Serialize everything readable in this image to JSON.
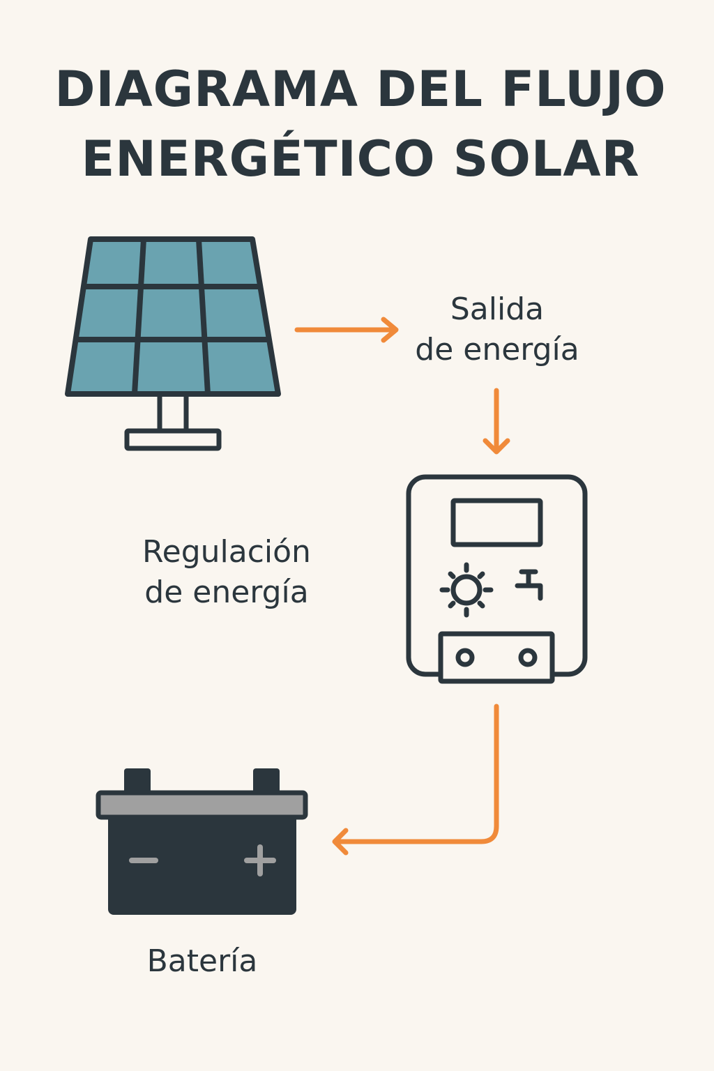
{
  "title": {
    "line1": "DIAGRAMA DEL FLUJO",
    "line2": "ENERGÉTICO SOLAR"
  },
  "labels": {
    "output": {
      "line1": "Salida",
      "line2": "de energía"
    },
    "regulation": {
      "line1": "Regulación",
      "line2": "de energía"
    },
    "battery": "Batería"
  },
  "colors": {
    "background": "#faf6f0",
    "dark": "#2b363d",
    "panel": "#6aa3b0",
    "arrow": "#f08a3a",
    "battery_top": "#a0a0a0"
  },
  "icons": [
    "solar-panel-icon",
    "charge-controller-icon",
    "sun-icon",
    "faucet-icon",
    "battery-icon"
  ]
}
